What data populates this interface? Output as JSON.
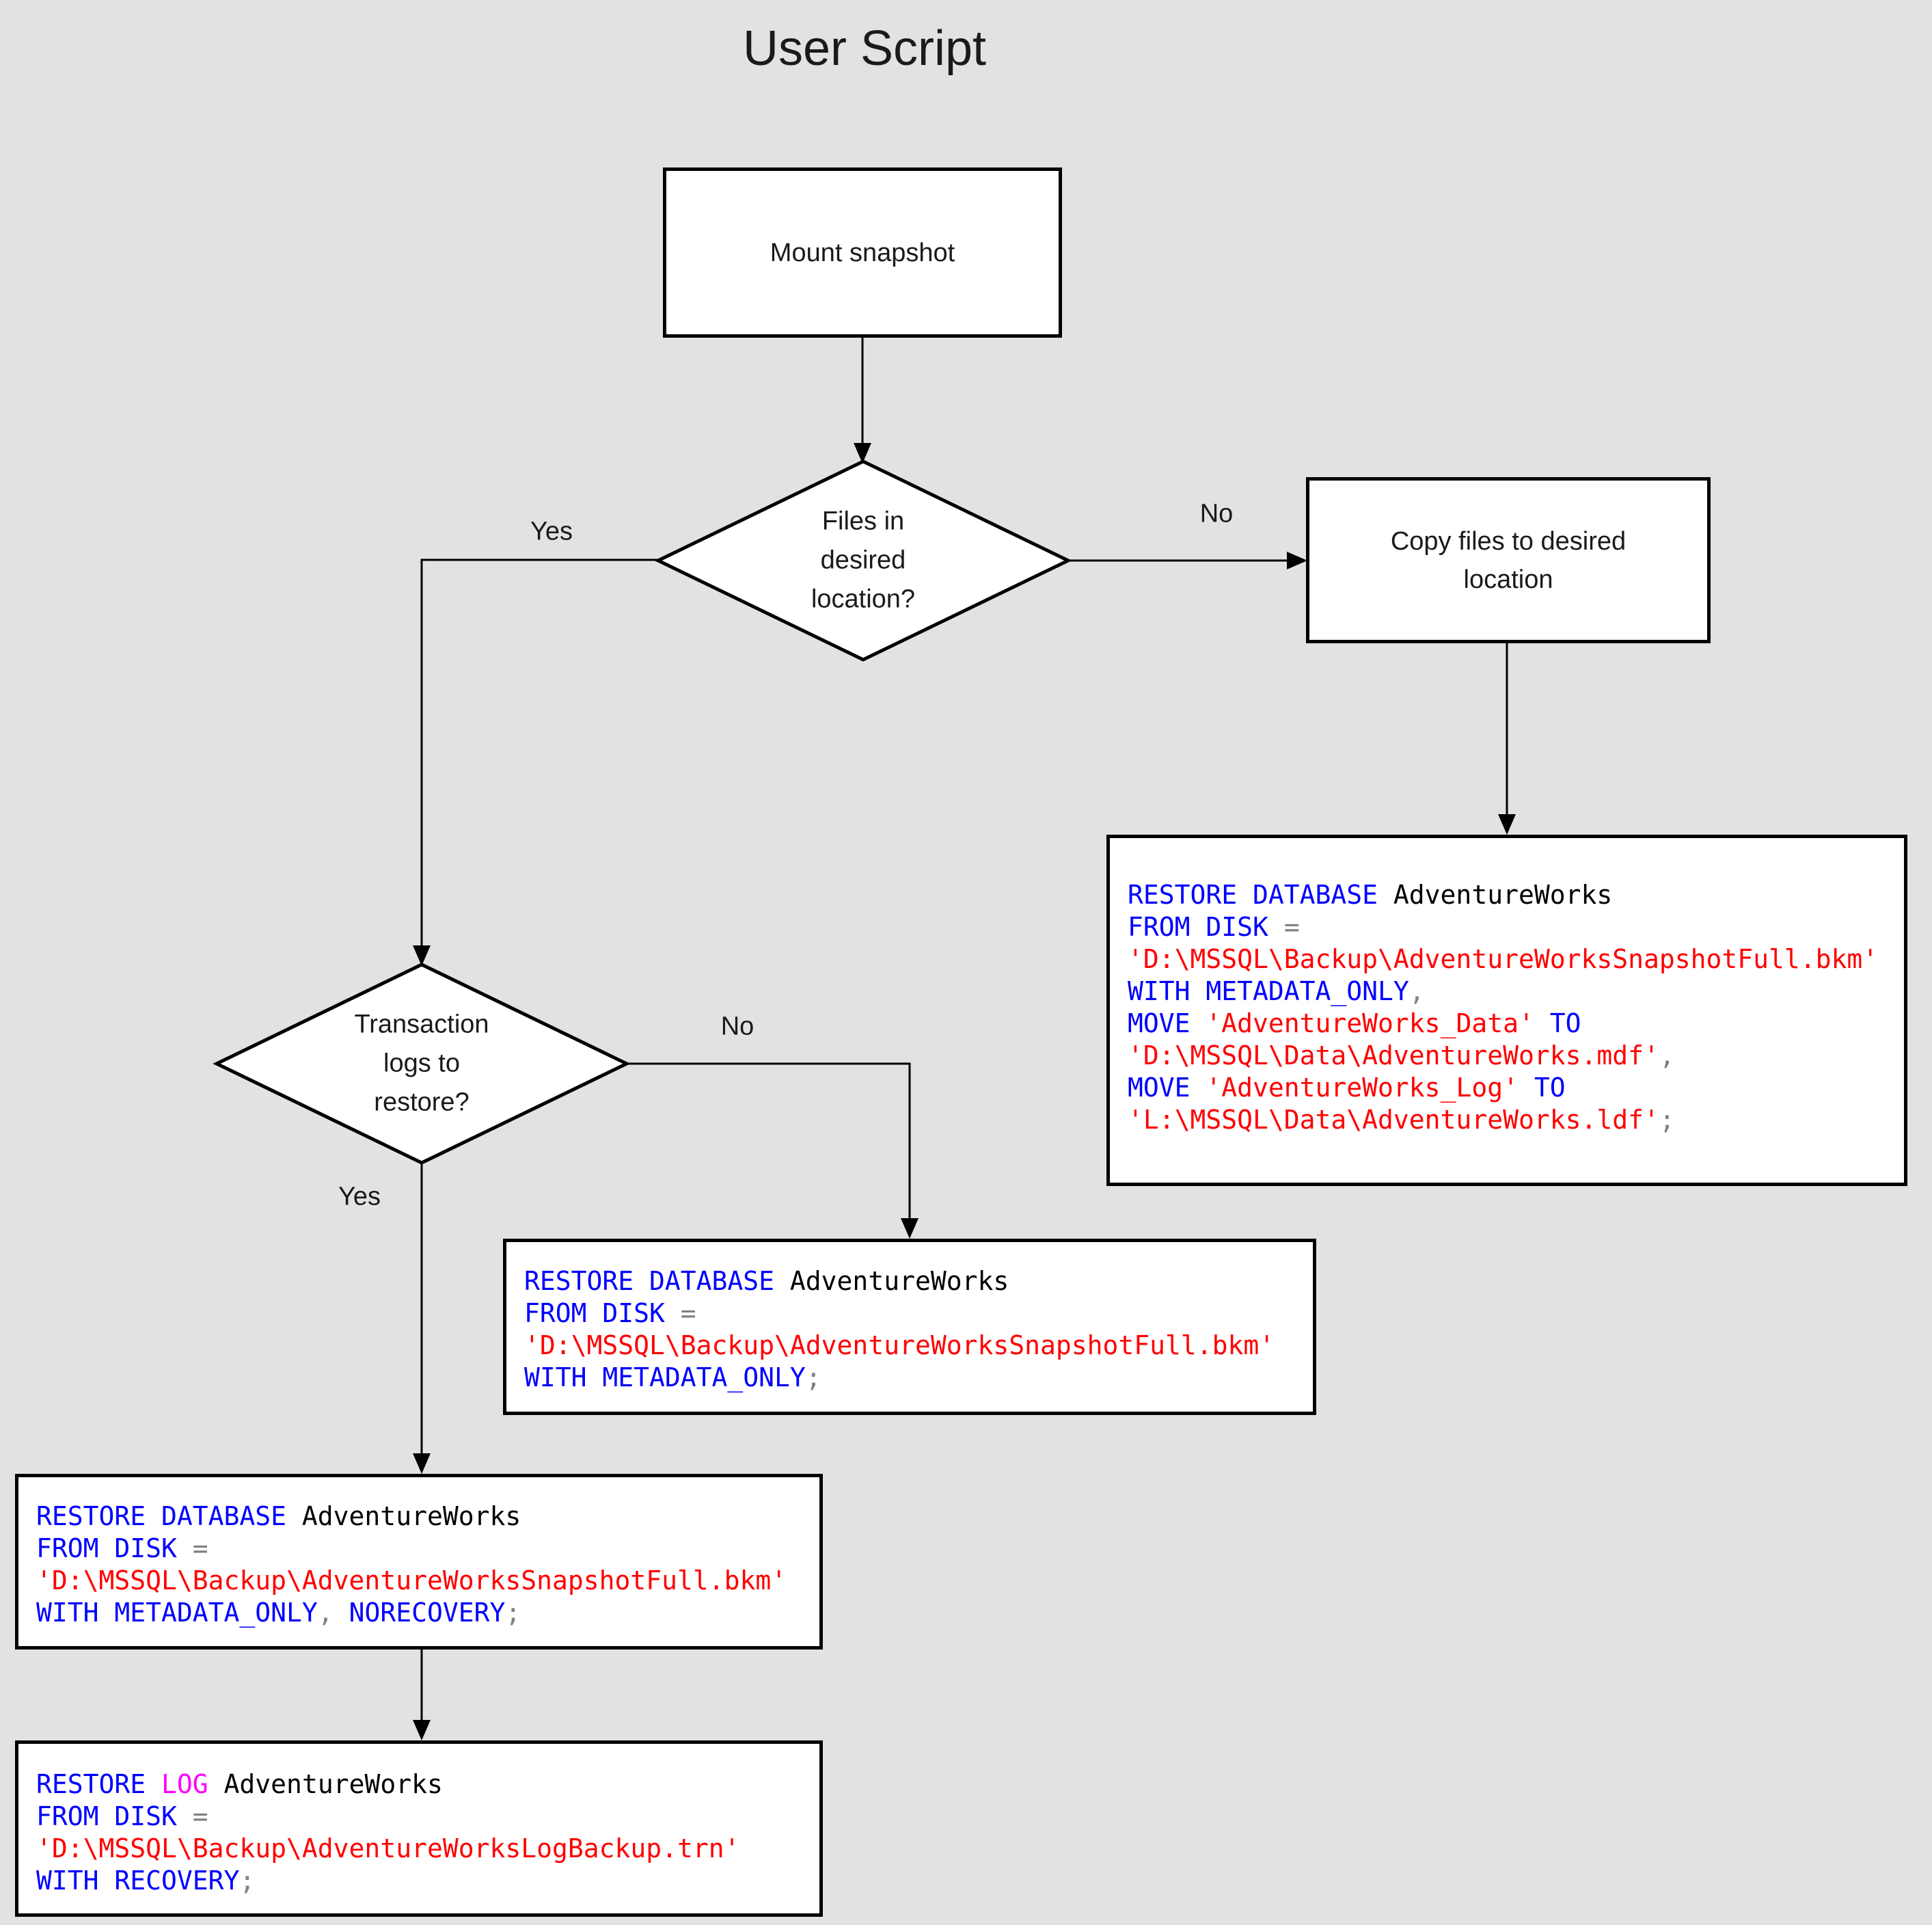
{
  "title": "User Script",
  "colors": {
    "background": "#e2e2e2",
    "box_fill": "#ffffff",
    "line": "#000000",
    "text": "#1a1a1a",
    "sql_keyword": "#0000ff",
    "sql_string": "#ff0000",
    "sql_log_keyword": "#ff00ff",
    "sql_operator": "#808080",
    "sql_identifier": "#000000"
  },
  "nodes": {
    "mount": {
      "label": "Mount snapshot"
    },
    "files_decision": {
      "line1": "Files in",
      "line2": "desired",
      "line3": "location?"
    },
    "copy": {
      "line1": "Copy files to desired",
      "line2": "location"
    },
    "logs_decision": {
      "line1": "Transaction",
      "line2": "logs to",
      "line3": "restore?"
    }
  },
  "edge_labels": {
    "files_yes": "Yes",
    "files_no": "No",
    "logs_yes": "Yes",
    "logs_no": "No"
  },
  "code_boxes": {
    "restore_full_move": {
      "lines": [
        [
          [
            "k",
            "RESTORE DATABASE"
          ],
          [
            "i",
            " AdventureWorks"
          ]
        ],
        [
          [
            "k",
            "FROM DISK"
          ],
          [
            "o",
            " ="
          ]
        ],
        [
          [
            "s",
            "'D:\\MSSQL\\Backup\\AdventureWorksSnapshotFull.bkm'"
          ]
        ],
        [
          [
            "k",
            "WITH METADATA_ONLY"
          ],
          [
            "o",
            ","
          ]
        ],
        [
          [
            "k",
            "MOVE"
          ],
          [
            "s",
            " 'AdventureWorks_Data'"
          ],
          [
            "k",
            " TO"
          ]
        ],
        [
          [
            "s",
            "'D:\\MSSQL\\Data\\AdventureWorks.mdf'"
          ],
          [
            "o",
            ","
          ]
        ],
        [
          [
            "k",
            "MOVE"
          ],
          [
            "s",
            " 'AdventureWorks_Log'"
          ],
          [
            "k",
            " TO"
          ]
        ],
        [
          [
            "s",
            "'L:\\MSSQL\\Data\\AdventureWorks.ldf'"
          ],
          [
            "o",
            ";"
          ]
        ]
      ]
    },
    "restore_metadata_only": {
      "lines": [
        [
          [
            "k",
            "RESTORE DATABASE"
          ],
          [
            "i",
            " AdventureWorks"
          ]
        ],
        [
          [
            "k",
            "FROM DISK"
          ],
          [
            "o",
            " ="
          ]
        ],
        [
          [
            "s",
            "'D:\\MSSQL\\Backup\\AdventureWorksSnapshotFull.bkm'"
          ]
        ],
        [
          [
            "k",
            "WITH METADATA_ONLY"
          ],
          [
            "o",
            ";"
          ]
        ]
      ]
    },
    "restore_norecovery": {
      "lines": [
        [
          [
            "k",
            "RESTORE DATABASE"
          ],
          [
            "i",
            " AdventureWorks"
          ]
        ],
        [
          [
            "k",
            "FROM DISK"
          ],
          [
            "o",
            " ="
          ]
        ],
        [
          [
            "s",
            "'D:\\MSSQL\\Backup\\AdventureWorksSnapshotFull.bkm'"
          ]
        ],
        [
          [
            "k",
            "WITH METADATA_ONLY"
          ],
          [
            "o",
            ","
          ],
          [
            "k",
            " NORECOVERY"
          ],
          [
            "o",
            ";"
          ]
        ]
      ]
    },
    "restore_log": {
      "lines": [
        [
          [
            "k",
            "RESTORE "
          ],
          [
            "l",
            "LOG"
          ],
          [
            "i",
            " AdventureWorks"
          ]
        ],
        [
          [
            "k",
            "FROM DISK"
          ],
          [
            "o",
            " ="
          ]
        ],
        [
          [
            "s",
            "'D:\\MSSQL\\Backup\\AdventureWorksLogBackup.trn'"
          ]
        ],
        [
          [
            "k",
            "WITH RECOVERY"
          ],
          [
            "o",
            ";"
          ]
        ]
      ]
    }
  }
}
